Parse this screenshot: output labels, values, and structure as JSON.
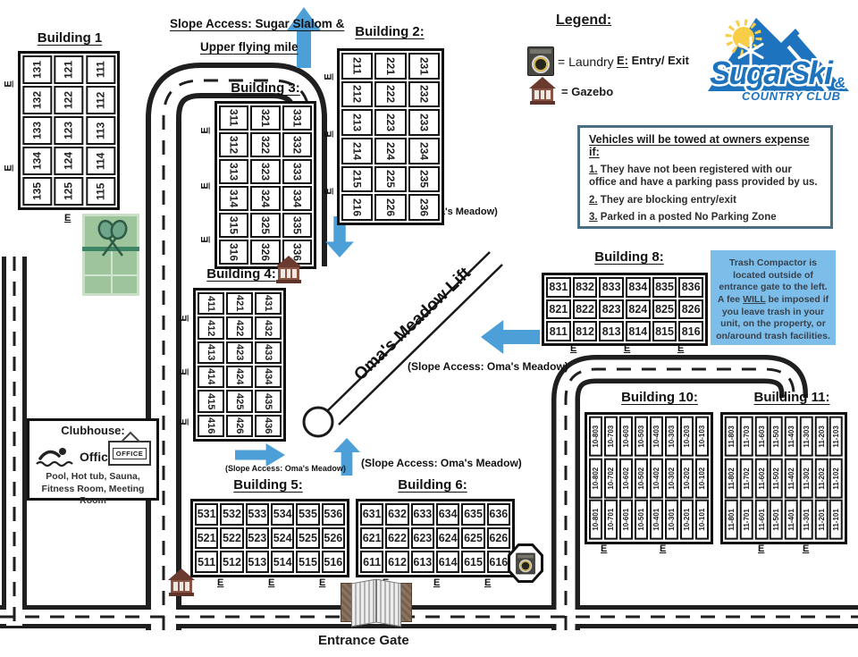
{
  "map": {
    "e_label": "E",
    "entrance_label": "Entrance Gate",
    "lift_label": "Oma's Meadow Lift",
    "slope_top_line1": "Slope Access: Sugar Slalom &",
    "slope_top_line2": "Upper flying mile",
    "slope_omas": "(Slope Access: Oma's Meadow)"
  },
  "legend": {
    "title": "Legend:",
    "laundry": "= Laundry",
    "entry_key": "E:",
    "entry_text": " Entry/ Exit",
    "gazebo": "= Gazebo"
  },
  "logo": {
    "line1": "SugarSki",
    "amp": "&",
    "line2": "COUNTRY CLUB",
    "blue": "#1E73BE",
    "sun_yellow": "#F7CE46"
  },
  "notices": {
    "towing": {
      "title": "Vehicles will be towed at owners expense if:",
      "items": [
        {
          "num": "1.",
          "text": " They have not been registered with our office and have a parking pass provided by us."
        },
        {
          "num": "2.",
          "text": " They are blocking entry/exit"
        },
        {
          "num": "3.",
          "text": " Parked in a posted No Parking Zone"
        }
      ]
    },
    "trash": {
      "pre": "Trash Compactor is located outside of entrance gate to the left. A fee ",
      "emph": "WILL",
      "post": " be imposed if you leave trash in your unit, on the property, or on/around trash facilities.",
      "bg": "#7cbde9"
    }
  },
  "clubhouse": {
    "title": "Clubhouse:",
    "office": "Office",
    "office_sign": "OFFICE",
    "amenities": "Pool, Hot tub, Sauna, Fitness Room, Meeting Room"
  },
  "buildings": {
    "b1": {
      "title": "Building 1",
      "rows": [
        [
          "131",
          "121",
          "111"
        ],
        [
          "132",
          "122",
          "112"
        ],
        [
          "133",
          "123",
          "113"
        ],
        [
          "134",
          "124",
          "114"
        ],
        [
          "135",
          "125",
          "115"
        ]
      ]
    },
    "b2": {
      "title": "Building 2:",
      "rows": [
        [
          "211",
          "221",
          "231"
        ],
        [
          "212",
          "222",
          "232"
        ],
        [
          "213",
          "223",
          "233"
        ],
        [
          "214",
          "224",
          "234"
        ],
        [
          "215",
          "225",
          "235"
        ],
        [
          "216",
          "226",
          "236"
        ]
      ]
    },
    "b3": {
      "title": "Building 3:",
      "rows": [
        [
          "311",
          "321",
          "331"
        ],
        [
          "312",
          "322",
          "332"
        ],
        [
          "313",
          "323",
          "333"
        ],
        [
          "314",
          "324",
          "334"
        ],
        [
          "315",
          "325",
          "335"
        ],
        [
          "316",
          "326",
          "336"
        ]
      ]
    },
    "b4": {
      "title": "Building 4:",
      "rows": [
        [
          "411",
          "421",
          "431"
        ],
        [
          "412",
          "422",
          "432"
        ],
        [
          "413",
          "423",
          "433"
        ],
        [
          "414",
          "424",
          "434"
        ],
        [
          "415",
          "425",
          "435"
        ],
        [
          "416",
          "426",
          "436"
        ]
      ]
    },
    "b5": {
      "title": "Building 5:",
      "rows": [
        [
          "531",
          "532",
          "533",
          "534",
          "535",
          "536"
        ],
        [
          "521",
          "522",
          "523",
          "524",
          "525",
          "526"
        ],
        [
          "511",
          "512",
          "513",
          "514",
          "515",
          "516"
        ]
      ]
    },
    "b6": {
      "title": "Building 6:",
      "rows": [
        [
          "631",
          "632",
          "633",
          "634",
          "635",
          "636"
        ],
        [
          "621",
          "622",
          "623",
          "624",
          "625",
          "626"
        ],
        [
          "611",
          "612",
          "613",
          "614",
          "615",
          "616"
        ]
      ]
    },
    "b8": {
      "title": "Building 8:",
      "rows": [
        [
          "831",
          "832",
          "833",
          "834",
          "835",
          "836"
        ],
        [
          "821",
          "822",
          "823",
          "824",
          "825",
          "826"
        ],
        [
          "811",
          "812",
          "813",
          "814",
          "815",
          "816"
        ]
      ]
    },
    "b10": {
      "title": "Building 10:",
      "rows": [
        [
          "10-803",
          "10-703",
          "10-603",
          "10-503",
          "10-403",
          "10-303",
          "10-203",
          "10-103"
        ],
        [
          "10-802",
          "10-702",
          "10-602",
          "10-502",
          "10-402",
          "10-302",
          "10-202",
          "10-102"
        ],
        [
          "10-801",
          "10-701",
          "10-601",
          "10-501",
          "10-401",
          "10-301",
          "10-201",
          "10-101"
        ]
      ]
    },
    "b11": {
      "title": "Building 11:",
      "rows": [
        [
          "11-803",
          "11-703",
          "11-603",
          "11-503",
          "11-403",
          "11-303",
          "11-203",
          "11-103"
        ],
        [
          "11-802",
          "11-702",
          "11-602",
          "11-502",
          "11-402",
          "11-302",
          "11-202",
          "11-102"
        ],
        [
          "11-801",
          "11-701",
          "11-601",
          "11-501",
          "11-401",
          "11-301",
          "11-201",
          "11-101"
        ]
      ]
    }
  },
  "colors": {
    "arrow_blue": "#4D9FD8",
    "road": "#1f1f1f"
  }
}
